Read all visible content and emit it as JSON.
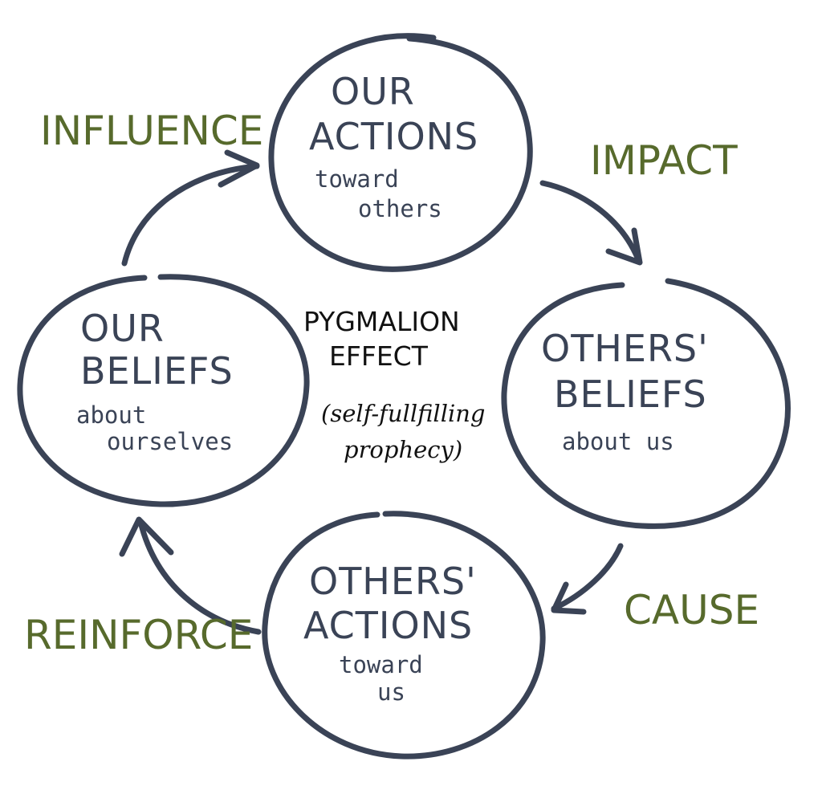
{
  "nodes": [
    {
      "id": "our-actions",
      "title": [
        "OUR",
        "ACTIONS"
      ],
      "subtitle": [
        "toward",
        "others"
      ]
    },
    {
      "id": "others-beliefs",
      "title": [
        "OTHERS'",
        "BELIEFS"
      ],
      "subtitle": [
        "about  us"
      ]
    },
    {
      "id": "others-actions",
      "title": [
        "OTHERS'",
        "ACTIONS"
      ],
      "subtitle": [
        "toward",
        "us"
      ]
    },
    {
      "id": "our-beliefs",
      "title": [
        "OUR",
        "BELIEFS"
      ],
      "subtitle": [
        "about",
        "ourselves"
      ]
    }
  ],
  "links": [
    {
      "id": "impact",
      "label": "IMPACT"
    },
    {
      "id": "cause",
      "label": "CAUSE"
    },
    {
      "id": "reinforce",
      "label": "REINFORCE"
    },
    {
      "id": "influence",
      "label": "INFLUENCE"
    }
  ],
  "center": {
    "title": [
      "PYGMALION",
      "EFFECT"
    ],
    "subtitle": [
      "(self-fullfilling",
      "prophecy)"
    ]
  },
  "colors": {
    "ink": "#3a4356",
    "verb": "#576a2c",
    "center_text": "#111111"
  }
}
